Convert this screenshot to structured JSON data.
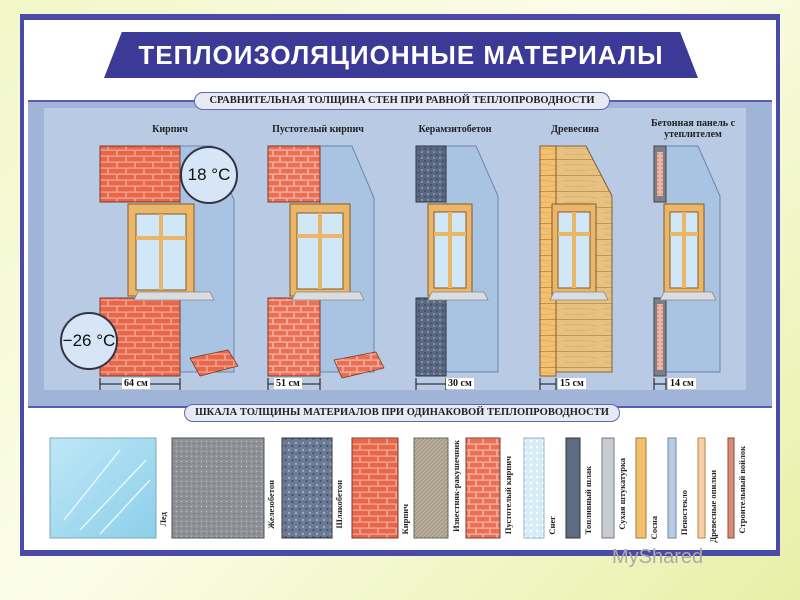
{
  "title": "ТЕПЛОИЗОЛЯЦИОННЫЕ МАТЕРИАЛЫ",
  "section1": "СРАВНИТЕЛЬНАЯ ТОЛЩИНА СТЕН ПРИ РАВНОЙ ТЕПЛОПРОВОДНОСТИ",
  "section2": "ШКАЛА ТОЛЩИНЫ МАТЕРИАЛОВ ПРИ ОДИНАКОВОЙ ТЕПЛОПРОВОДНОСТИ",
  "temp_inside": "18 °C",
  "temp_outside": "−26 °C",
  "walls": [
    {
      "name": "Кирпич",
      "thickness": "64 см"
    },
    {
      "name": "Пустотелый кирпич",
      "thickness": "51 см"
    },
    {
      "name": "Керамзитобетон",
      "thickness": "30 см"
    },
    {
      "name": "Древесина",
      "thickness": "15 см"
    },
    {
      "name": "Бетонная панель с утеплителем",
      "thickness": "14 см"
    }
  ],
  "materials": [
    {
      "name": "Лед"
    },
    {
      "name": "Железобетон"
    },
    {
      "name": "Шлакобетон"
    },
    {
      "name": "Кирпич"
    },
    {
      "name": "Известняк-ракушечник"
    },
    {
      "name": "Пустотелый кирпич"
    },
    {
      "name": "Снег"
    },
    {
      "name": "Топливный шлак"
    },
    {
      "name": "Сухая штукатурка"
    },
    {
      "name": "Сосна"
    },
    {
      "name": "Пеностекло"
    },
    {
      "name": "Древесные опилки"
    },
    {
      "name": "Строительный войлок"
    }
  ],
  "watermark": "MyShared",
  "colors": {
    "brand": "#3b3a96",
    "brick": "#e8664a",
    "wall_blue": "#a9c3e3",
    "wood": "#f2c170"
  }
}
